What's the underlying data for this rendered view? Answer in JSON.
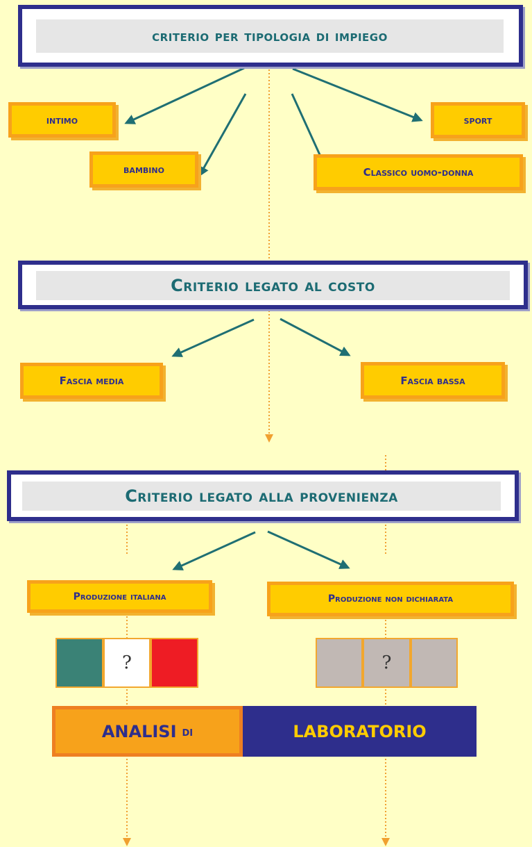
{
  "criteria": [
    {
      "title": "criterio per tipologia di impiego"
    },
    {
      "title": "Criterio legato al costo"
    },
    {
      "title": "Criterio legato alla provenienza"
    }
  ],
  "tipologia": {
    "intimo": "intimo",
    "bambino": "bambino",
    "sport": "sport",
    "classico": "Classico uomo-donna"
  },
  "costo": {
    "media": "Fascia media",
    "bassa": "Fascia bassa"
  },
  "provenienza": {
    "italiana": "Produzione italiana",
    "non_dichiarata": "Produzione non dichiarata"
  },
  "flags": {
    "italian_question": "?",
    "undeclared_question": "?",
    "colors": {
      "green": "#3a8276",
      "white": "#ffffff",
      "red": "#ee1c24",
      "grey": "#c1b8b4"
    }
  },
  "lab": {
    "part1": "ANALISI",
    "part2": "di",
    "part3": "LABORATORIO"
  },
  "colors": {
    "background": "#ffffc6",
    "navy": "#2e2e8c",
    "teal": "#1c6b73",
    "arrow": "#1f6f73",
    "orange": "#f7a21b",
    "yellow": "#ffcc00"
  }
}
